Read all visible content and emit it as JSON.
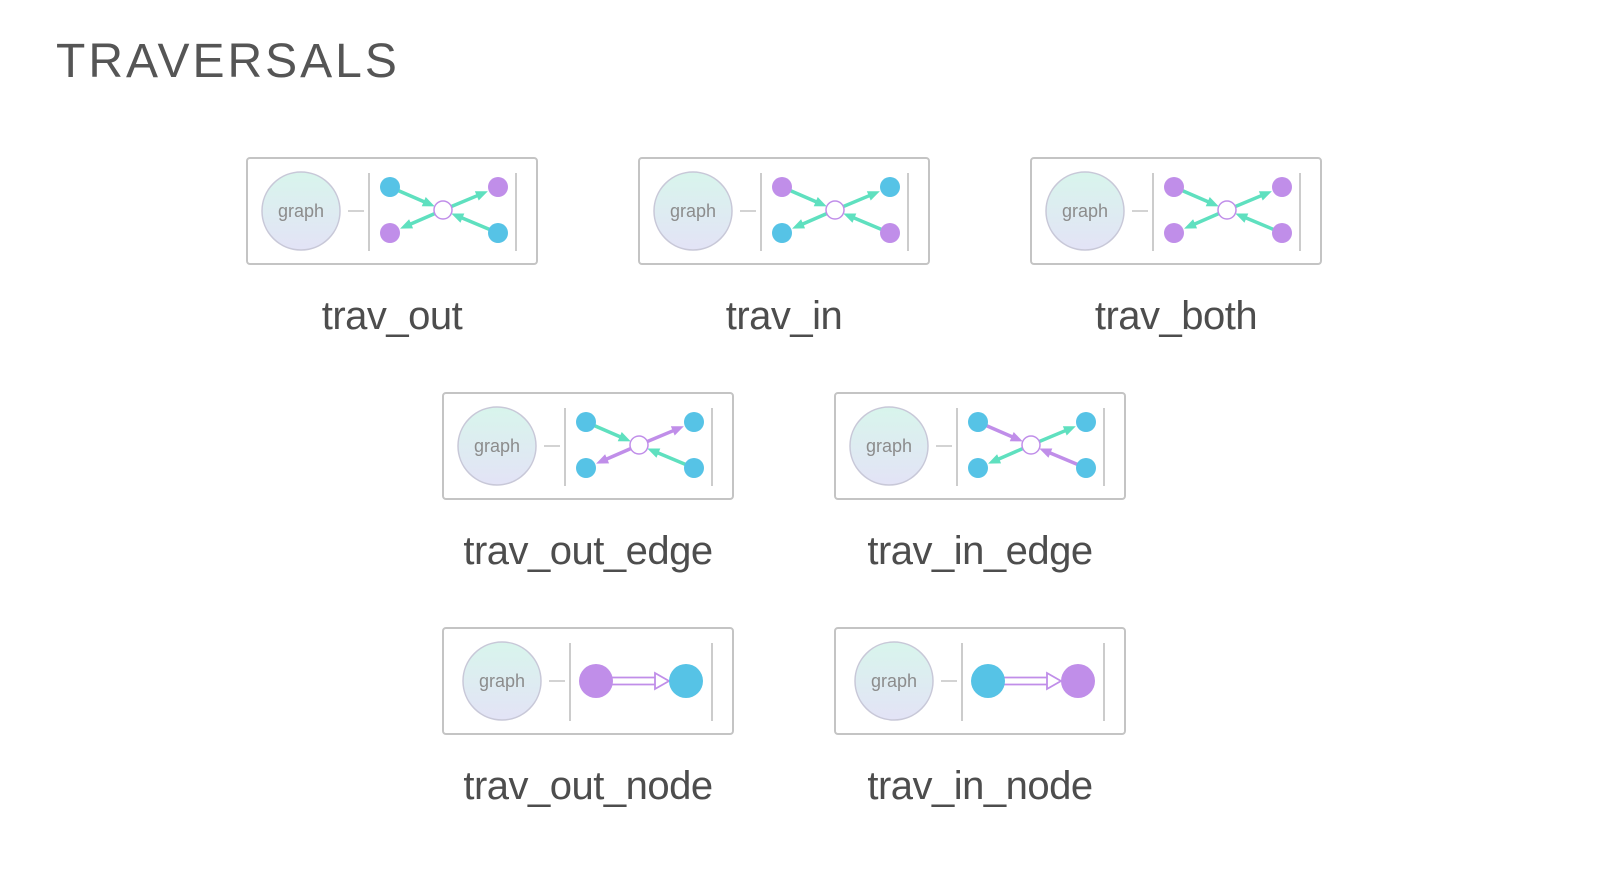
{
  "title": "TRAVERSALS",
  "colors": {
    "blue_node": "#56c3e6",
    "purple_node": "#c08ee9",
    "teal_edge": "#5fe0bf",
    "purple_edge": "#c08ee9",
    "card_border": "#c4c4c4"
  },
  "graph_label": "graph",
  "nodes": [
    {
      "name": "trav_out",
      "kind": "x",
      "tl": "blue",
      "tr": "purple",
      "bl": "purple",
      "br": "blue",
      "edge_in_top": "teal",
      "edge_out_top": "teal",
      "edge_in_bottom": "teal",
      "edge_out_bottom": "teal"
    },
    {
      "name": "trav_in",
      "kind": "x",
      "tl": "purple",
      "tr": "blue",
      "bl": "blue",
      "br": "purple",
      "edge_in_top": "teal",
      "edge_out_top": "teal",
      "edge_in_bottom": "teal",
      "edge_out_bottom": "teal"
    },
    {
      "name": "trav_both",
      "kind": "x",
      "tl": "purple",
      "tr": "purple",
      "bl": "purple",
      "br": "purple",
      "edge_in_top": "teal",
      "edge_out_top": "teal",
      "edge_in_bottom": "teal",
      "edge_out_bottom": "teal"
    },
    {
      "name": "trav_out_edge",
      "kind": "x",
      "tl": "blue",
      "tr": "blue",
      "bl": "blue",
      "br": "blue",
      "edge_in_top": "teal",
      "edge_out_top": "purple",
      "edge_in_bottom": "teal",
      "edge_out_bottom": "purple"
    },
    {
      "name": "trav_in_edge",
      "kind": "x",
      "tl": "blue",
      "tr": "blue",
      "bl": "blue",
      "br": "blue",
      "edge_in_top": "purple",
      "edge_out_top": "teal",
      "edge_in_bottom": "purple",
      "edge_out_bottom": "teal"
    },
    {
      "name": "trav_out_node",
      "kind": "line",
      "left": "purple",
      "right": "blue"
    },
    {
      "name": "trav_in_node",
      "kind": "line",
      "left": "blue",
      "right": "purple"
    }
  ]
}
